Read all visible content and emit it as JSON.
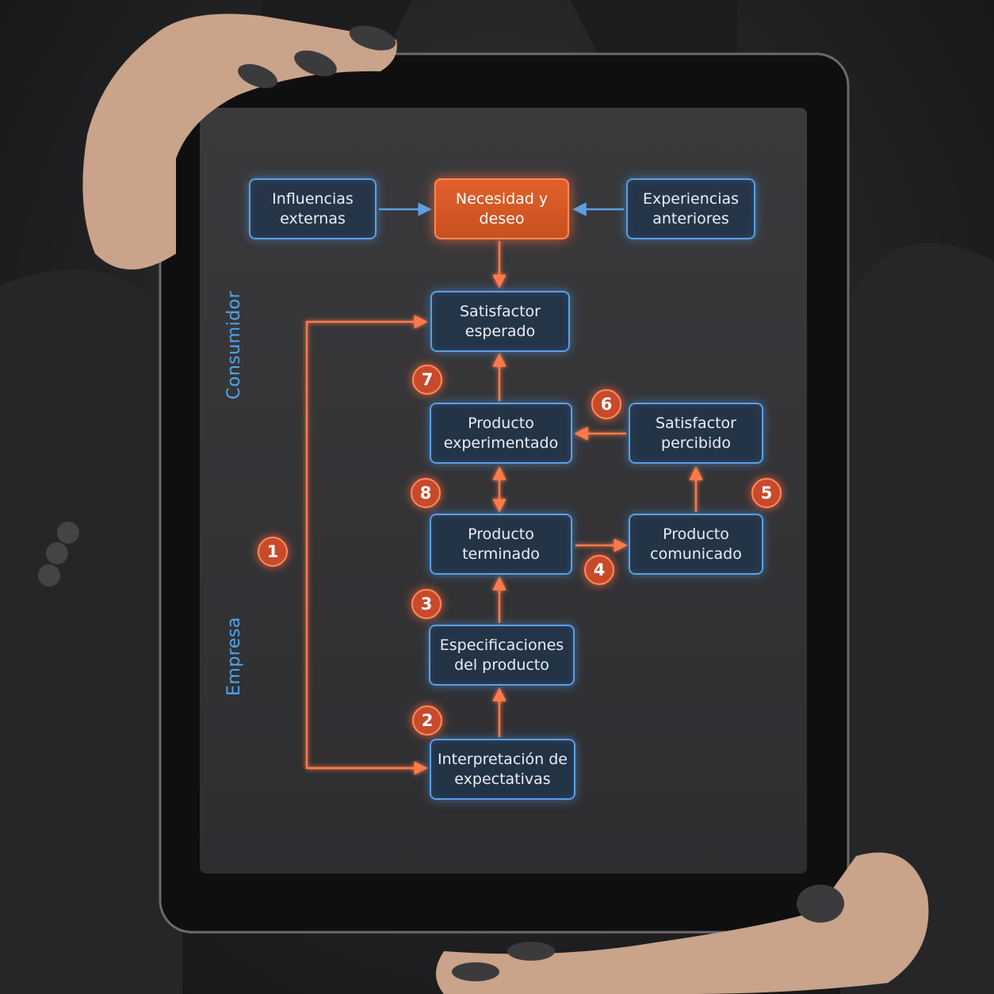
{
  "colors": {
    "accent": "#e2602c",
    "node_border": "#5aa0e6",
    "side_label": "#52a4ec",
    "flow_arrow_blue": "#5aa0e6",
    "feedback_arrow_orange": "#ff7a4a"
  },
  "diagram": {
    "nodes": {
      "influencias": "Influencias externas",
      "necesidad": "Necesidad y deseo",
      "experiencias": "Experiencias anteriores",
      "sat_esperado": "Satisfactor esperado",
      "prod_experimentado": "Producto experimentado",
      "sat_percibido": "Satisfactor percibido",
      "prod_terminado": "Producto terminado",
      "prod_comunicado": "Producto comunicado",
      "especificaciones": "Especificaciones del producto",
      "interpretacion": "Interpretación de expectativas"
    },
    "side_labels": {
      "consumidor": "Consumidor",
      "empresa": "Empresa"
    },
    "badges": [
      "1",
      "2",
      "3",
      "4",
      "5",
      "6",
      "7",
      "8"
    ]
  }
}
